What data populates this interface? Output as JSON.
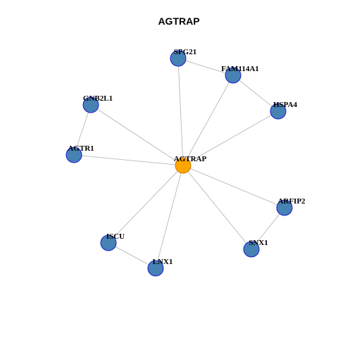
{
  "title": "AGTRAP",
  "colors": {
    "hub_fill": "#FFA500",
    "hub_stroke": "#CC7A00",
    "node_fill": "#4682B4",
    "node_stroke": "#1A1ACC",
    "edge": "#B0B0B0",
    "label": "#000000"
  },
  "nodes": [
    {
      "id": "AGTRAP",
      "label": "AGTRAP",
      "hub": true
    },
    {
      "id": "SPG21",
      "label": "SPG21",
      "hub": false
    },
    {
      "id": "FAM114A1",
      "label": "FAM114A1",
      "hub": false
    },
    {
      "id": "HSPA4",
      "label": "HSPA4",
      "hub": false
    },
    {
      "id": "GNB2L1",
      "label": "GNB2L1",
      "hub": false
    },
    {
      "id": "AGTR1",
      "label": "AGTR1",
      "hub": false
    },
    {
      "id": "ARFIP2",
      "label": "ARFIP2",
      "hub": false
    },
    {
      "id": "SNX1",
      "label": "SNX1",
      "hub": false
    },
    {
      "id": "ISCU",
      "label": "ISCU",
      "hub": false
    },
    {
      "id": "LNX1",
      "label": "LNX1",
      "hub": false
    }
  ],
  "edges": [
    [
      "AGTRAP",
      "SPG21"
    ],
    [
      "AGTRAP",
      "FAM114A1"
    ],
    [
      "AGTRAP",
      "HSPA4"
    ],
    [
      "AGTRAP",
      "GNB2L1"
    ],
    [
      "AGTRAP",
      "AGTR1"
    ],
    [
      "AGTRAP",
      "ARFIP2"
    ],
    [
      "AGTRAP",
      "SNX1"
    ],
    [
      "AGTRAP",
      "ISCU"
    ],
    [
      "AGTRAP",
      "LNX1"
    ],
    [
      "SPG21",
      "FAM114A1"
    ],
    [
      "FAM114A1",
      "HSPA4"
    ],
    [
      "GNB2L1",
      "AGTR1"
    ],
    [
      "ARFIP2",
      "SNX1"
    ],
    [
      "ISCU",
      "LNX1"
    ]
  ]
}
